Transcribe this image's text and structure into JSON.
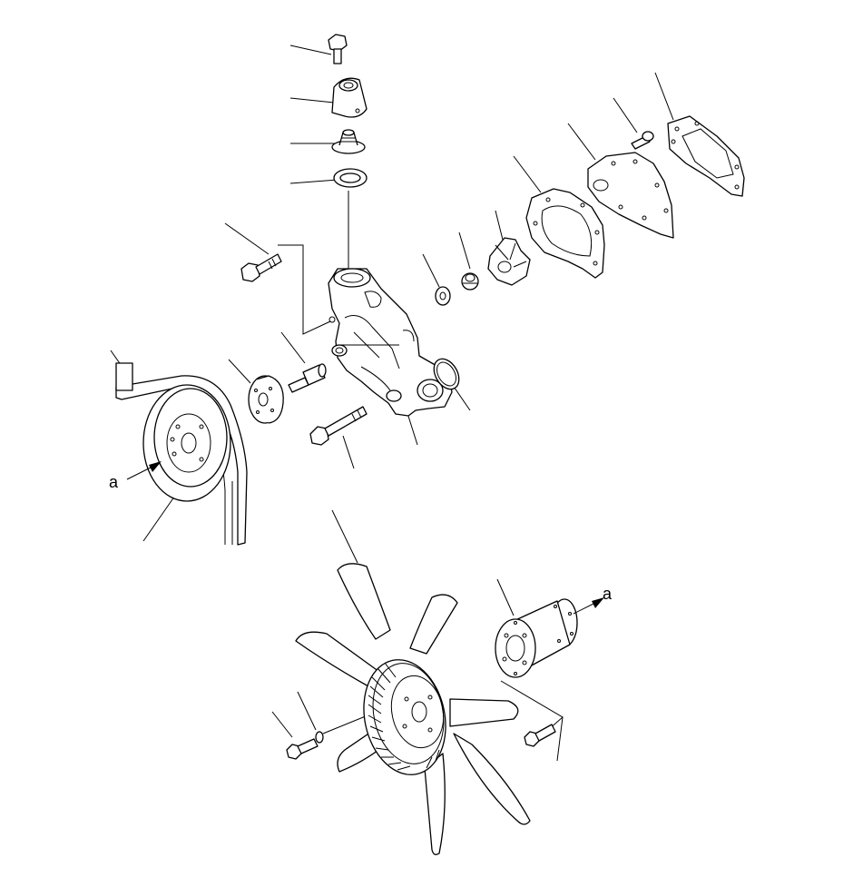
{
  "diagram": {
    "view_labels": [
      {
        "id": "a1",
        "text": "a"
      },
      {
        "id": "a2",
        "text": "a"
      }
    ]
  }
}
